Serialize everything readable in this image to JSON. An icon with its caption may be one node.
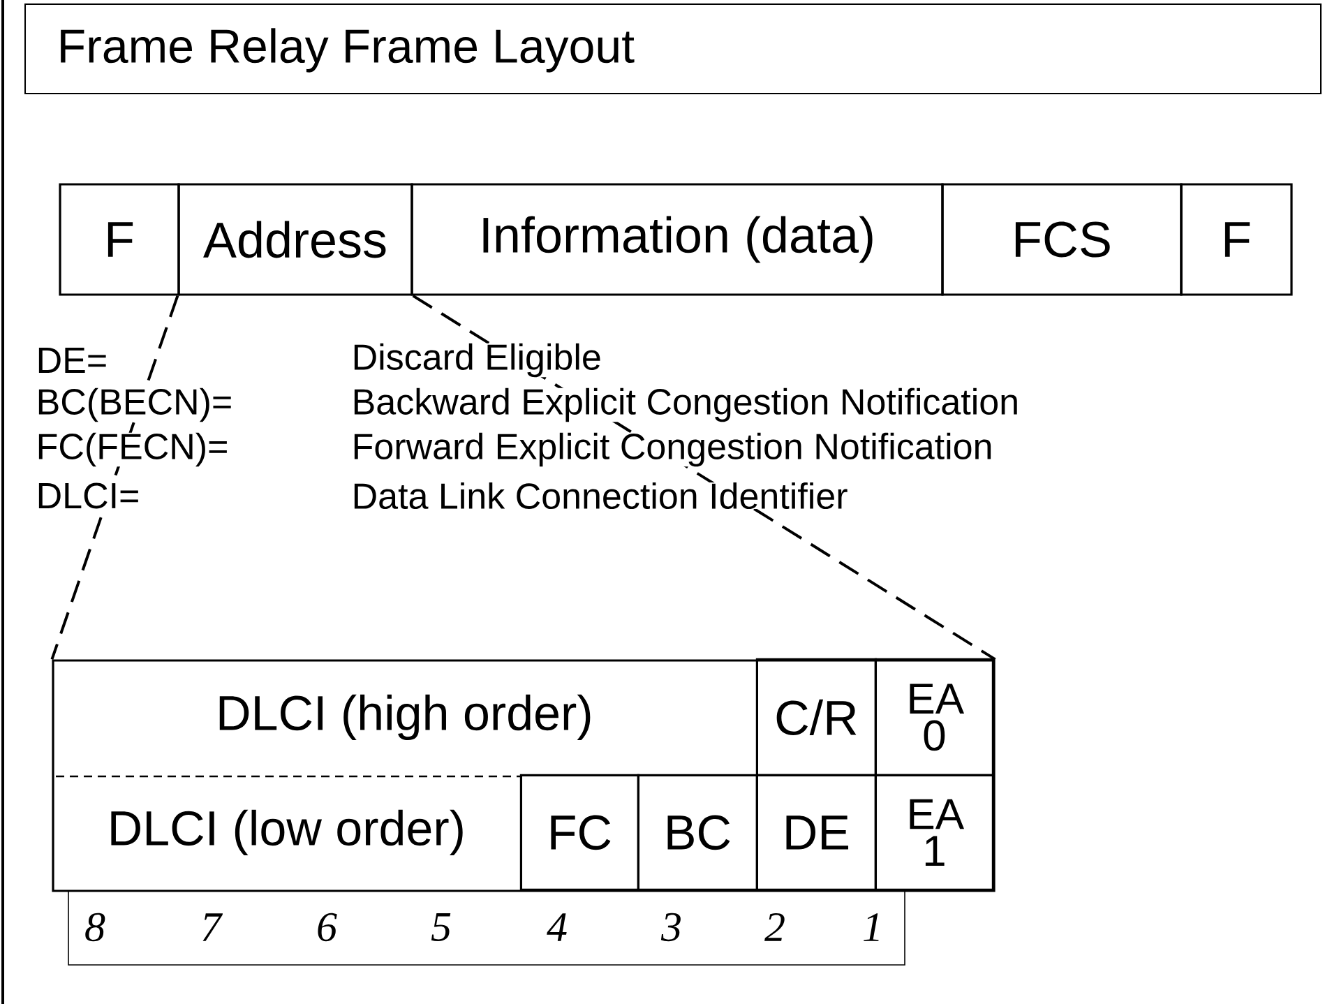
{
  "diagram": {
    "title": "Frame Relay Frame Layout",
    "nodes": [
      {
        "text": [
          "F"
        ]
      },
      {
        "text": [
          "Address"
        ]
      },
      {
        "text": [
          "Information (data)"
        ]
      },
      {
        "text": [
          "FCS"
        ]
      },
      {
        "text": [
          "F"
        ]
      },
      {
        "text": [],
        "shape": "box"
      },
      {
        "text": [
          "DLCI (high order)"
        ],
        "in": 5
      },
      {
        "text": [
          "C/R"
        ],
        "in": 5
      },
      {
        "text": [
          "EA 0"
        ],
        "in": 5
      },
      {
        "text": [
          "DLCI (low order)"
        ],
        "in": 5
      },
      {
        "text": [
          "FC"
        ],
        "in": 5
      },
      {
        "text": [
          "BC"
        ],
        "in": 5
      },
      {
        "text": [
          "DE"
        ],
        "in": 5
      },
      {
        "text": [
          "EA 1"
        ],
        "in": 5
      }
    ],
    "edges": [
      {
        "from": 1,
        "to": 5,
        "arrow": "none",
        "style": "dashed"
      },
      {
        "from": 1,
        "to": 5,
        "arrow": "none",
        "style": "dashed"
      }
    ],
    "labels": [
      "DE=",
      "Discard Eligible",
      "BC(BECN)=",
      "Backward Explicit Congestion Notification",
      "FC(FECN)=",
      "Forward Explicit Congestion Notification",
      "DLCI=",
      "Data Link Connection Identifier",
      "8",
      "7",
      "6",
      "5",
      "4",
      "3",
      "2",
      "1"
    ]
  }
}
